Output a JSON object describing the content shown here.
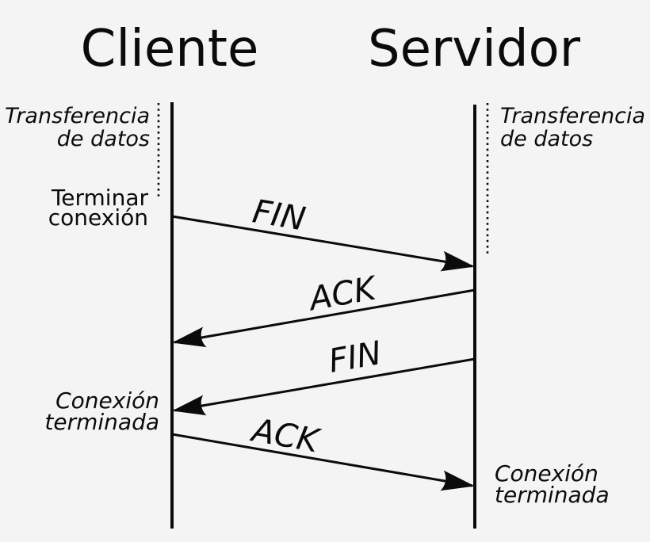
{
  "colors": {
    "background": "#f4f4f5",
    "ink": "#0b0b0b"
  },
  "actors": [
    {
      "name": "Cliente"
    },
    {
      "name": "Servidor"
    }
  ],
  "annotations": {
    "client_transfer": {
      "line1": "Transferencia",
      "line2": "de datos"
    },
    "server_transfer": {
      "line1": "Transferencia",
      "line2": "de datos"
    },
    "terminate": {
      "line1": "Terminar",
      "line2": "conexión"
    },
    "client_terminated": {
      "line1": "Conexión",
      "line2": "terminada"
    },
    "server_terminated": {
      "line1": "Conexión",
      "line2": "terminada"
    }
  },
  "messages": [
    {
      "label": "FIN",
      "from": "Cliente",
      "to": "Servidor"
    },
    {
      "label": "ACK",
      "from": "Servidor",
      "to": "Cliente"
    },
    {
      "label": "FIN",
      "from": "Servidor",
      "to": "Cliente"
    },
    {
      "label": "ACK",
      "from": "Cliente",
      "to": "Servidor"
    }
  ]
}
